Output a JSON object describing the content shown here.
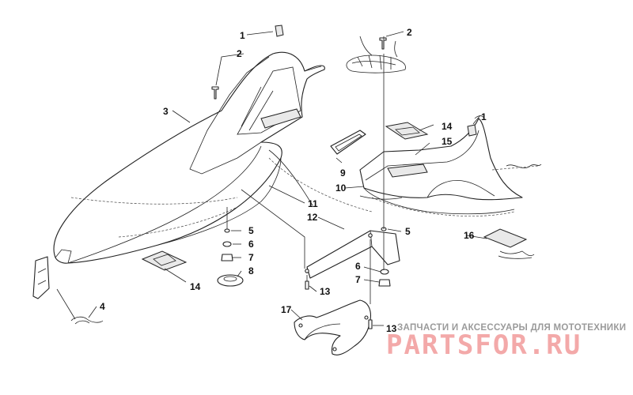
{
  "callouts": {
    "c1a": "1",
    "c2a": "2",
    "c3": "3",
    "c2b": "2",
    "c14a": "14",
    "c1b": "1",
    "c15": "15",
    "c9": "9",
    "c10": "10",
    "c11": "11",
    "c12": "12",
    "c5a": "5",
    "c6a": "6",
    "c7a": "7",
    "c8": "8",
    "c5b": "5",
    "c16": "16",
    "c14b": "14",
    "c6b": "6",
    "c7b": "7",
    "c13a": "13",
    "c17": "17",
    "c4": "4",
    "c13b": "13"
  },
  "watermark": {
    "tagline": "ЗАПЧАСТИ И АКСЕССУАРЫ ДЛЯ МОТОТЕХНИКИ",
    "brand": "PARTSFOR.RU"
  },
  "colors": {
    "line": "#222222",
    "watermark_red": "#f3a9a9",
    "watermark_gray": "#9a9a9a"
  }
}
